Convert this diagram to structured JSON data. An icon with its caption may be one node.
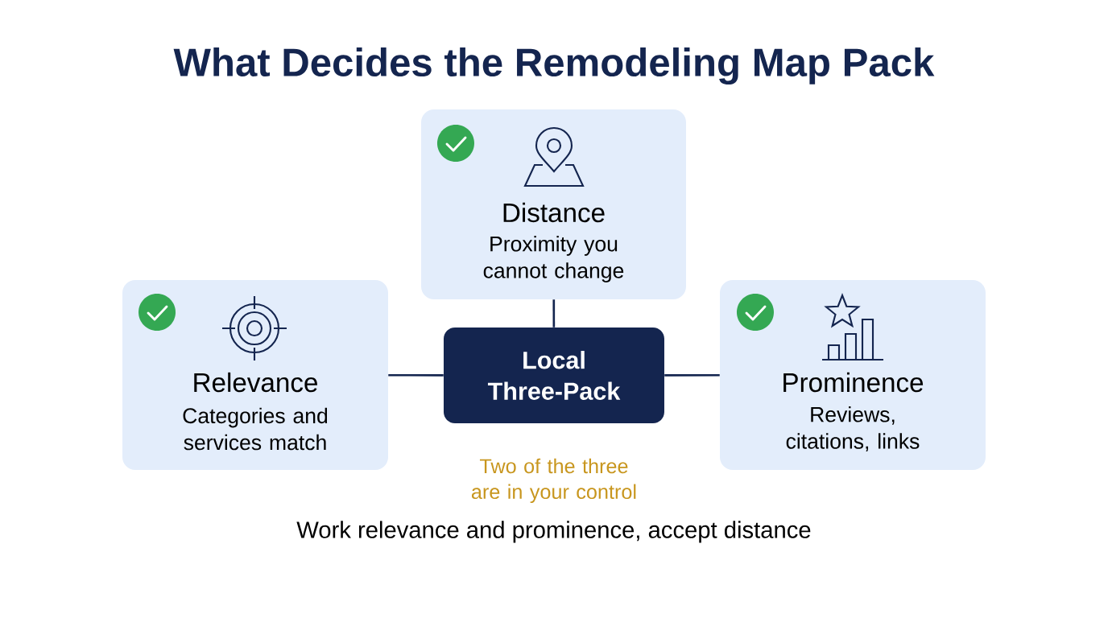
{
  "diagram": {
    "title": "What Decides the Remodeling Map Pack",
    "nodes": [
      {
        "text": [
          "Distance",
          "Proximity you cannot change"
        ]
      },
      {
        "text": [
          "Relevance",
          "Categories and services match"
        ]
      },
      {
        "text": [
          "Local Three-Pack"
        ],
        "beside": [
          "Two of the three are in your control"
        ]
      },
      {
        "text": [
          "Prominence",
          "Reviews, citations, links"
        ]
      }
    ],
    "edges": [
      {
        "from": 2,
        "to": 0,
        "arrow": "none"
      },
      {
        "from": 2,
        "to": 1,
        "arrow": "none"
      },
      {
        "from": 2,
        "to": 3,
        "arrow": "none"
      }
    ],
    "labels": [
      "Work relevance and prominence, accept distance"
    ]
  }
}
